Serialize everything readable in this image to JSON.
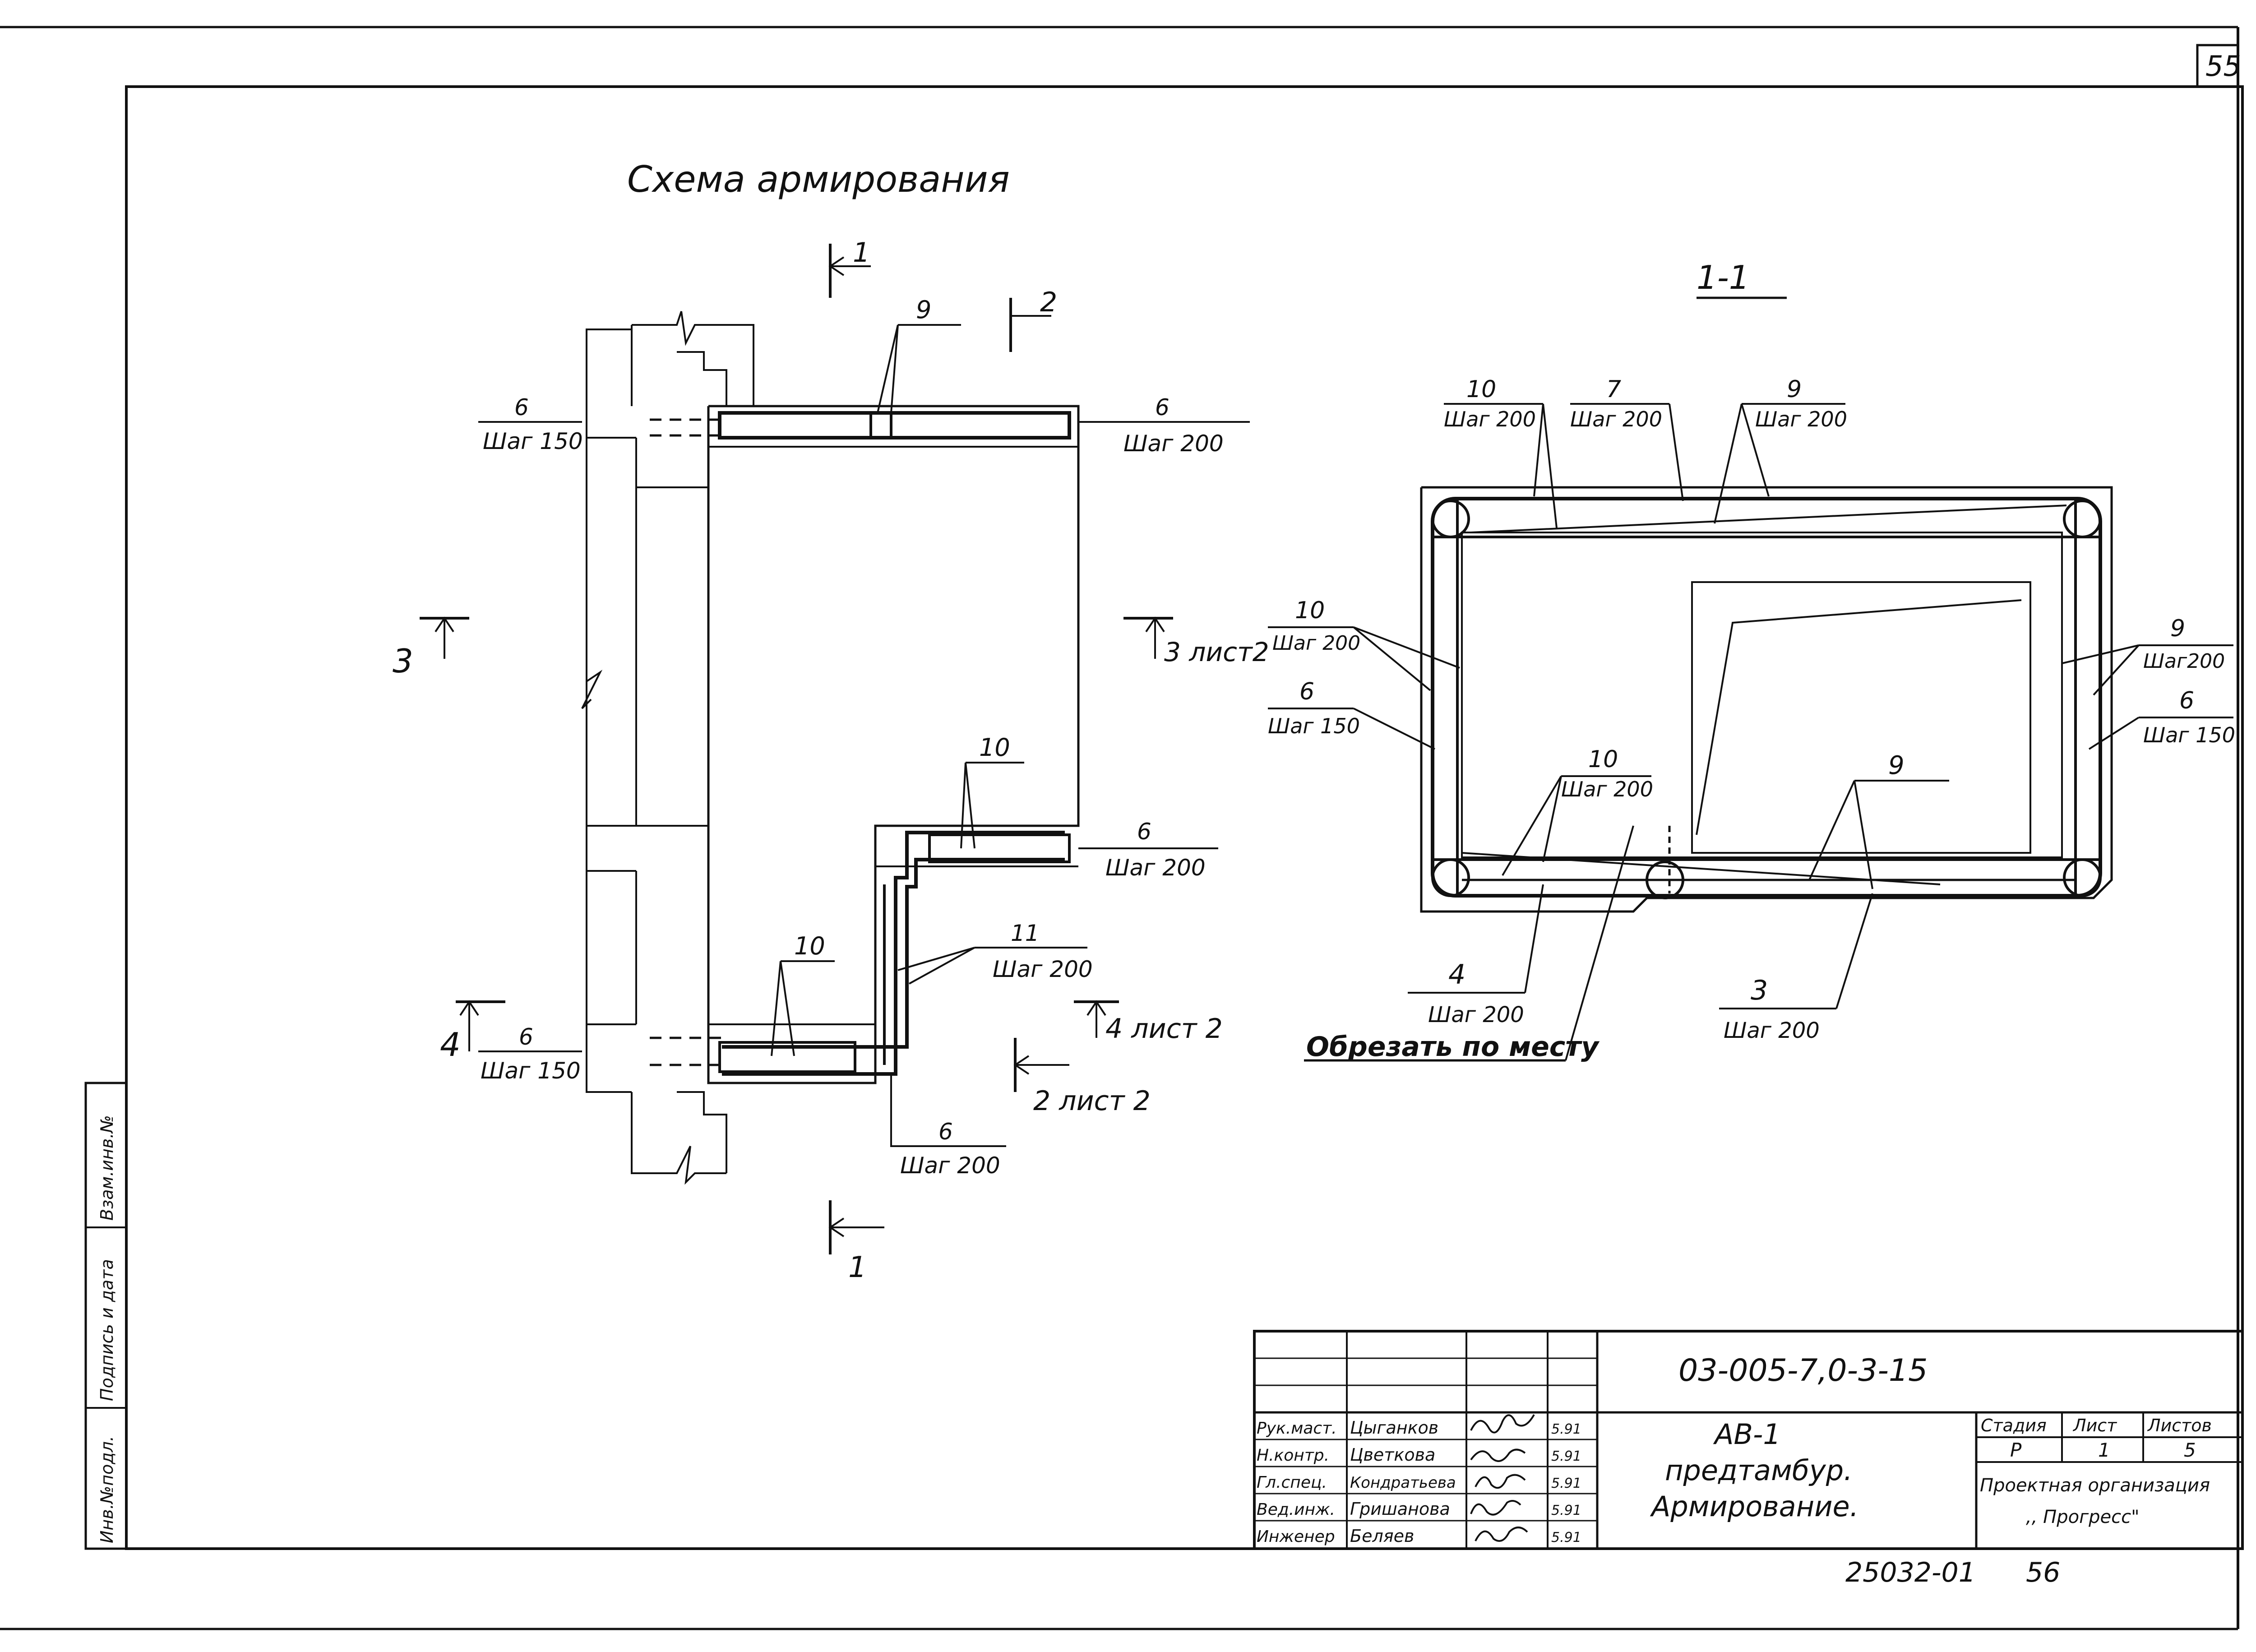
{
  "sheet": {
    "page_number": "55",
    "bottom_code": "25032-01",
    "bottom_number": "56"
  },
  "side_stamp": {
    "inv_podl": "Инв.№подл.",
    "podpis_data": "Подпись и дата",
    "vzam_inv": "Взам.инв.№"
  },
  "plan": {
    "title": "Схема армирования",
    "cut_1_top": "1",
    "cut_1_bottom": "1",
    "cut_2_top": "2",
    "cut_2_bottom": "2 лист 2",
    "cut_3_left": "3",
    "cut_3_right": "3 лист2",
    "cut_4_left": "4",
    "cut_4_right": "4 лист 2",
    "labels": {
      "p9": "9",
      "p6_tl_num": "6",
      "p6_tl_step": "Шаг 150",
      "p6_tr_num": "6",
      "p6_tr_step": "Шаг 200",
      "p10_mid": "10",
      "p6_mid_num": "6",
      "p6_mid_step": "Шаг 200",
      "p11_num": "11",
      "p11_step": "Шаг 200",
      "p10_low": "10",
      "p6_bl_num": "6",
      "p6_bl_step": "Шаг 150",
      "p6_bot_num": "6",
      "p6_bot_step": "Шаг 200"
    }
  },
  "section": {
    "title": "1-1",
    "labels": {
      "p10_tl_num": "10",
      "p10_tl_step": "Шаг 200",
      "p7_num": "7",
      "p7_step": "Шаг 200",
      "p9_tr_num": "9",
      "p9_tr_step": "Шаг 200",
      "p10_l_num": "10",
      "p10_l_step": "Шаг 200",
      "p6_l_num": "6",
      "p6_l_step": "Шаг 150",
      "p10_in_num": "10",
      "p10_in_step": "Шаг 200",
      "p9_in": "9",
      "p9_r_num": "9",
      "p9_r_step": "Шаг200",
      "p6_r_num": "6",
      "p6_r_step": "Шаг 150",
      "p4_num": "4",
      "p4_step": "Шаг 200",
      "p3_num": "3",
      "p3_step": "Шаг 200",
      "cut_note": "Обрезать по месту"
    }
  },
  "title_block": {
    "code": "03-005-7,0-3-15",
    "name_line1": "АВ-1",
    "name_line2": "предтамбур.",
    "name_line3": "Армирование.",
    "stage_header": "Стадия",
    "sheet_header": "Лист",
    "sheets_header": "Листов",
    "stage": "Р",
    "sheet": "1",
    "sheets": "5",
    "org_line1": "Проектная организация",
    "org_line2": ",, Прогресс\"",
    "staff": [
      {
        "role": "Рук.маст.",
        "name": "Цыганков",
        "date": "5.91"
      },
      {
        "role": "Н.контр.",
        "name": "Цветкова",
        "date": "5.91"
      },
      {
        "role": "Гл.спец.",
        "name": "Кондратьева",
        "date": "5.91"
      },
      {
        "role": "Вед.инж.",
        "name": "Гришанова",
        "date": "5.91"
      },
      {
        "role": "Инженер",
        "name": "Беляев",
        "date": "5.91"
      }
    ]
  }
}
